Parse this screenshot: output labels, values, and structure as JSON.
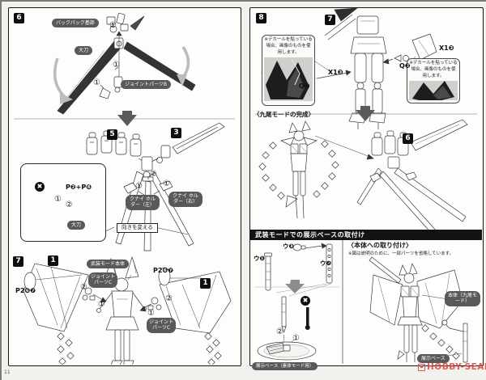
{
  "page": {
    "number": "11",
    "watermark": "HOBBY-SEARCH"
  },
  "marks": {
    "c1": "①",
    "c2": "②",
    "wrong": "✖"
  },
  "left": {
    "step6": {
      "badge": "6",
      "backpack": "バックパック基部",
      "daito": "大刀",
      "joint_b": "ジョイントパーツB"
    },
    "mid": {
      "badge5": "5",
      "badge3": "3",
      "inset_code": "P❷+P❻",
      "inset_daito": "大刀",
      "kunai_left": "クナイ ホルダー（左）",
      "kunai_right": "クナイ ホルダー（右）",
      "turn_note": "向きを変える"
    },
    "step7": {
      "badge": "7",
      "badge1": "1",
      "body": "武装モード本体",
      "joint_c": "ジョイント パーツC",
      "p2": "P2❻❼"
    }
  },
  "right": {
    "step8": {
      "badge": "8",
      "badge7": "7",
      "decal_note": "※デカールを貼っている場合、画像のものを使用します。",
      "x1": "X1❸",
      "q2": "Q❷"
    },
    "kyubi": {
      "title": "〈九尾モードの完成〉",
      "badge6": "6"
    },
    "base": {
      "header": "武装モードでの展示ベースの取付け",
      "u1": "ウ❶",
      "u2": "ウ❷",
      "u3": "ウ❸",
      "base_label": "展示ベース（素体モード用）",
      "attach_title": "〈本体への取り付け〉",
      "attach_note": "※図は説明のために、一部パーツを省略しています。",
      "body_label": "本体（九尾モード）",
      "base2_label": "展示ベース"
    }
  }
}
